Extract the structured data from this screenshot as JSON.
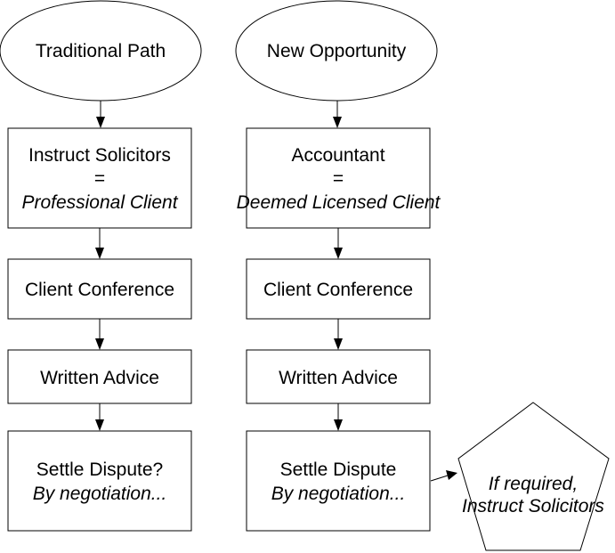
{
  "colors": {
    "highlight": "#00e600",
    "text": "#000000",
    "stroke": "#000000"
  },
  "left_column": {
    "start": "Traditional Path",
    "instruct": {
      "line1": "Instruct Solicitors",
      "line2": "=",
      "line3": "Professional Client"
    },
    "conference": "Client Conference",
    "advice": "Written Advice",
    "settle": {
      "line1": "Settle Dispute?",
      "line2": "By negotiation..."
    }
  },
  "right_column": {
    "start": "New Opportunity",
    "accountant": {
      "line1": "Accountant",
      "line2": "=",
      "line3": "Deemed Licensed Client"
    },
    "conference": "Client Conference",
    "advice": "Written Advice",
    "settle": {
      "line1": "Settle Dispute",
      "line2": "By negotiation..."
    }
  },
  "pentagon": {
    "line1": "If required,",
    "line2": "Instruct Solicitors"
  }
}
